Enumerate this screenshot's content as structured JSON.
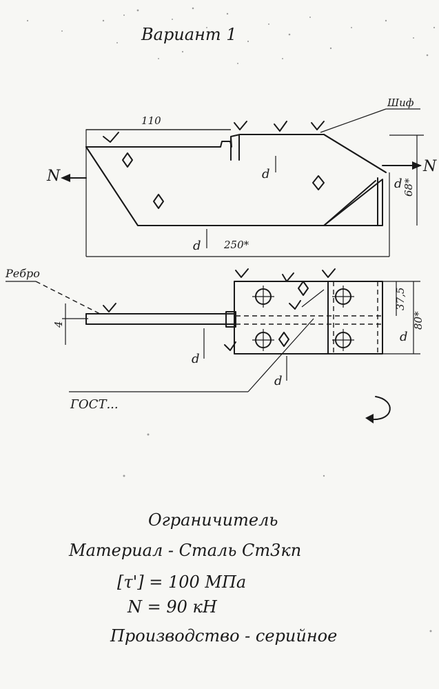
{
  "header": {
    "variant": "Вариант 1"
  },
  "drawing": {
    "top_view": {
      "dim_length_top": "110",
      "dim_length_bottom": "250*",
      "dim_height_right": "68*",
      "label_force_left": "N",
      "label_force_right": "N",
      "label_d_1": "d",
      "label_d_2": "d",
      "label_d_3": "d",
      "leader_note": "Шиф"
    },
    "side_view": {
      "dim_thickness_left": "4",
      "dim_right_small": "37,5",
      "dim_right_large": "80*",
      "label_d_1": "d",
      "label_d_2": "d",
      "label_d_3": "d",
      "leader_rib": "Ребро",
      "leader_gost": "ГОСТ..."
    }
  },
  "notes": {
    "title": "Ограничитель",
    "material": "Материал - Сталь Ст3кп",
    "stress": "[τ'] = 100 МПа",
    "force": "N = 90 кН",
    "production": "Производство - серийное"
  }
}
